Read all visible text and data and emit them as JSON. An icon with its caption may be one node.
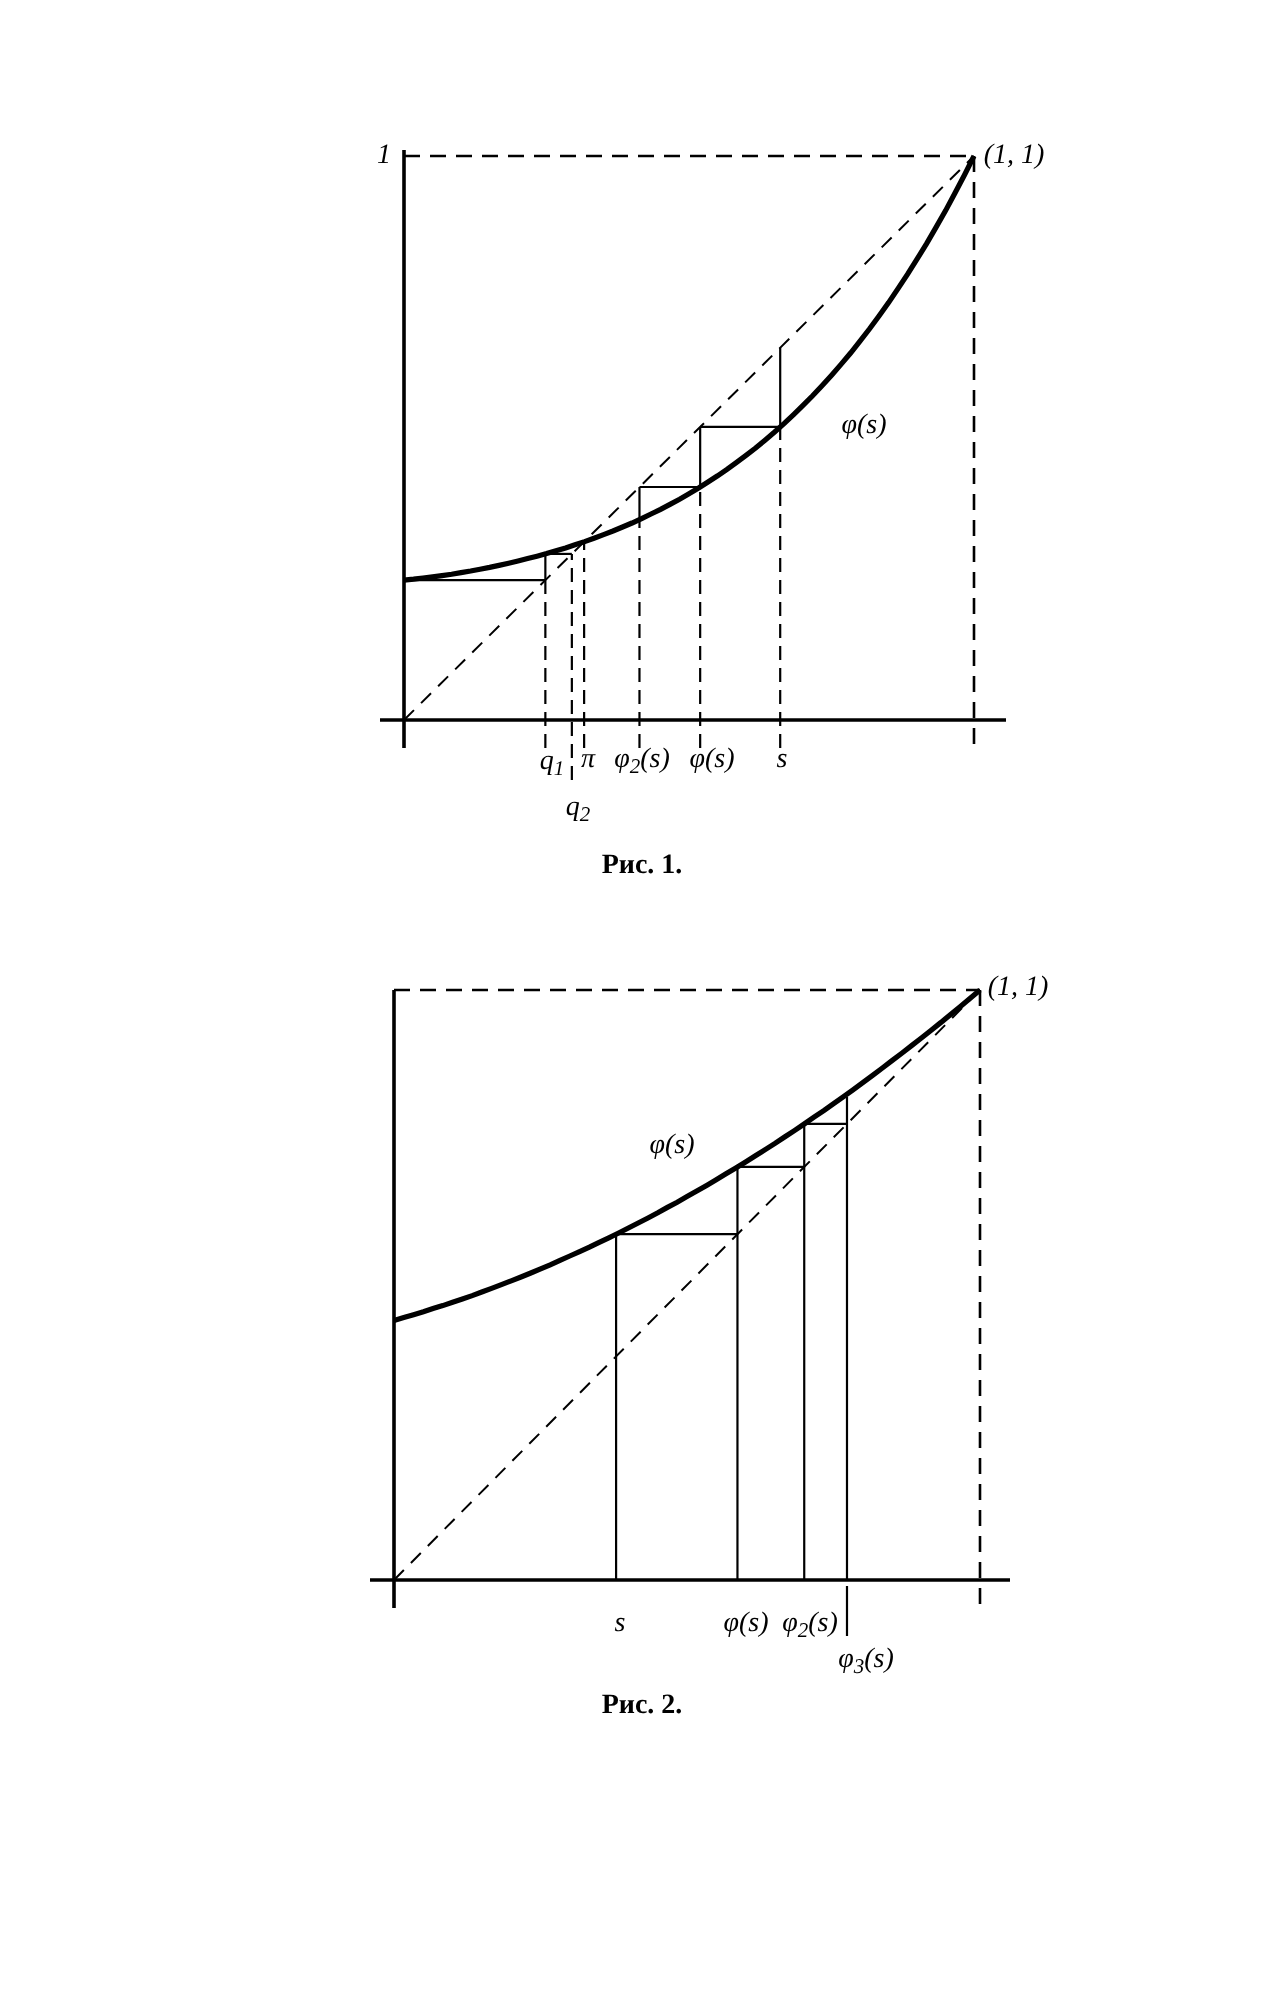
{
  "diagram": {
    "labels": [
      "1",
      "(1, 1)",
      "φ(s)",
      "q$_{1}$",
      "π",
      "φ$_{2}$(s)",
      "φ(s)",
      "s",
      "q$_{2}$",
      "Рис. 1.",
      "(1, 1)",
      "φ(s)",
      "s",
      "φ(s)",
      "φ$_{2}$(s)",
      "φ$_{3}$(s)",
      "Рис. 2."
    ]
  }
}
